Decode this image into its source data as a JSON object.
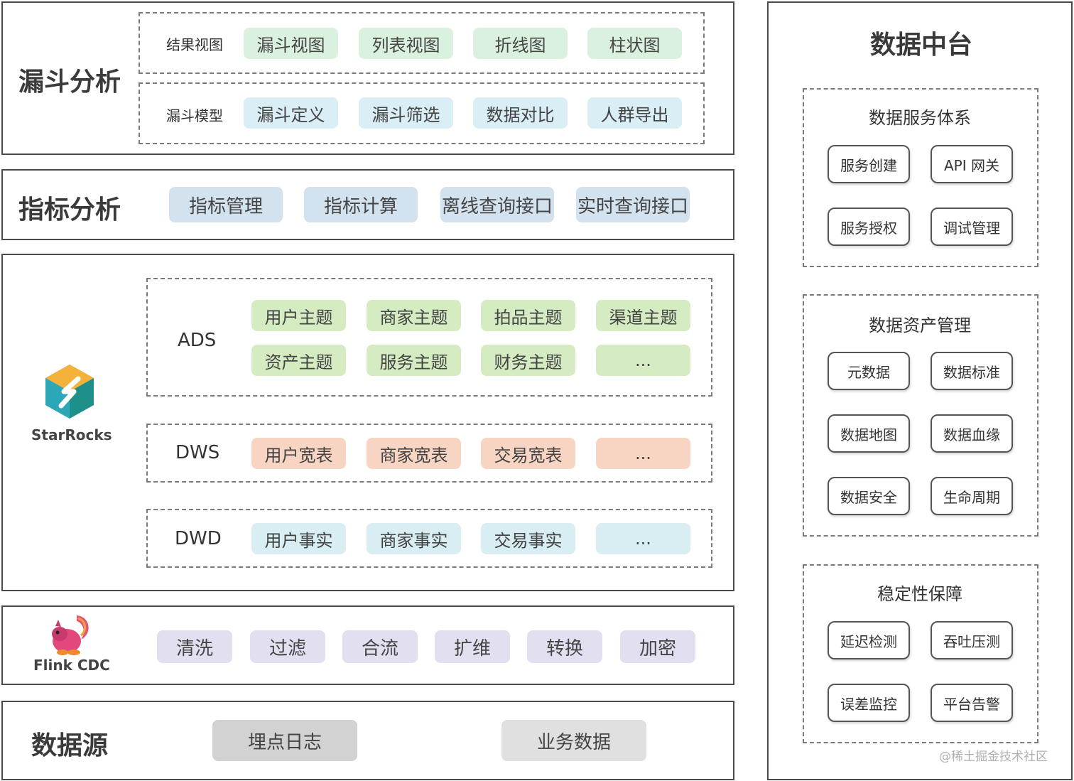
{
  "funnel": {
    "title": "漏斗分析",
    "row1": {
      "label": "结果视图",
      "items": [
        "漏斗视图",
        "列表视图",
        "折线图",
        "柱状图"
      ]
    },
    "row2": {
      "label": "漏斗模型",
      "items": [
        "漏斗定义",
        "漏斗筛选",
        "数据对比",
        "人群导出"
      ]
    }
  },
  "metrics": {
    "title": "指标分析",
    "items": [
      "指标管理",
      "指标计算",
      "离线查询接口",
      "实时查询接口"
    ]
  },
  "starrocks": {
    "logo_text": "StarRocks",
    "ads": {
      "label": "ADS",
      "row1": [
        "用户主题",
        "商家主题",
        "拍品主题",
        "渠道主题"
      ],
      "row2": [
        "资产主题",
        "服务主题",
        "财务主题",
        "..."
      ]
    },
    "dws": {
      "label": "DWS",
      "items": [
        "用户宽表",
        "商家宽表",
        "交易宽表",
        "..."
      ]
    },
    "dwd": {
      "label": "DWD",
      "items": [
        "用户事实",
        "商家事实",
        "交易事实",
        "..."
      ]
    }
  },
  "flink": {
    "logo_text": "Flink CDC",
    "items": [
      "清洗",
      "过滤",
      "合流",
      "扩维",
      "转换",
      "加密"
    ]
  },
  "source": {
    "title": "数据源",
    "items": [
      "埋点日志",
      "业务数据"
    ]
  },
  "platform": {
    "title": "数据中台",
    "service": {
      "title": "数据服务体系",
      "items": [
        "服务创建",
        "API 网关",
        "服务授权",
        "调试管理"
      ]
    },
    "asset": {
      "title": "数据资产管理",
      "items": [
        "元数据",
        "数据标准",
        "数据地图",
        "数据血缘",
        "数据安全",
        "生命周期"
      ]
    },
    "stability": {
      "title": "稳定性保障",
      "items": [
        "延迟检测",
        "吞吐压测",
        "误差监控",
        "平台告警"
      ]
    }
  },
  "watermark": "@稀土掘金技术社区"
}
